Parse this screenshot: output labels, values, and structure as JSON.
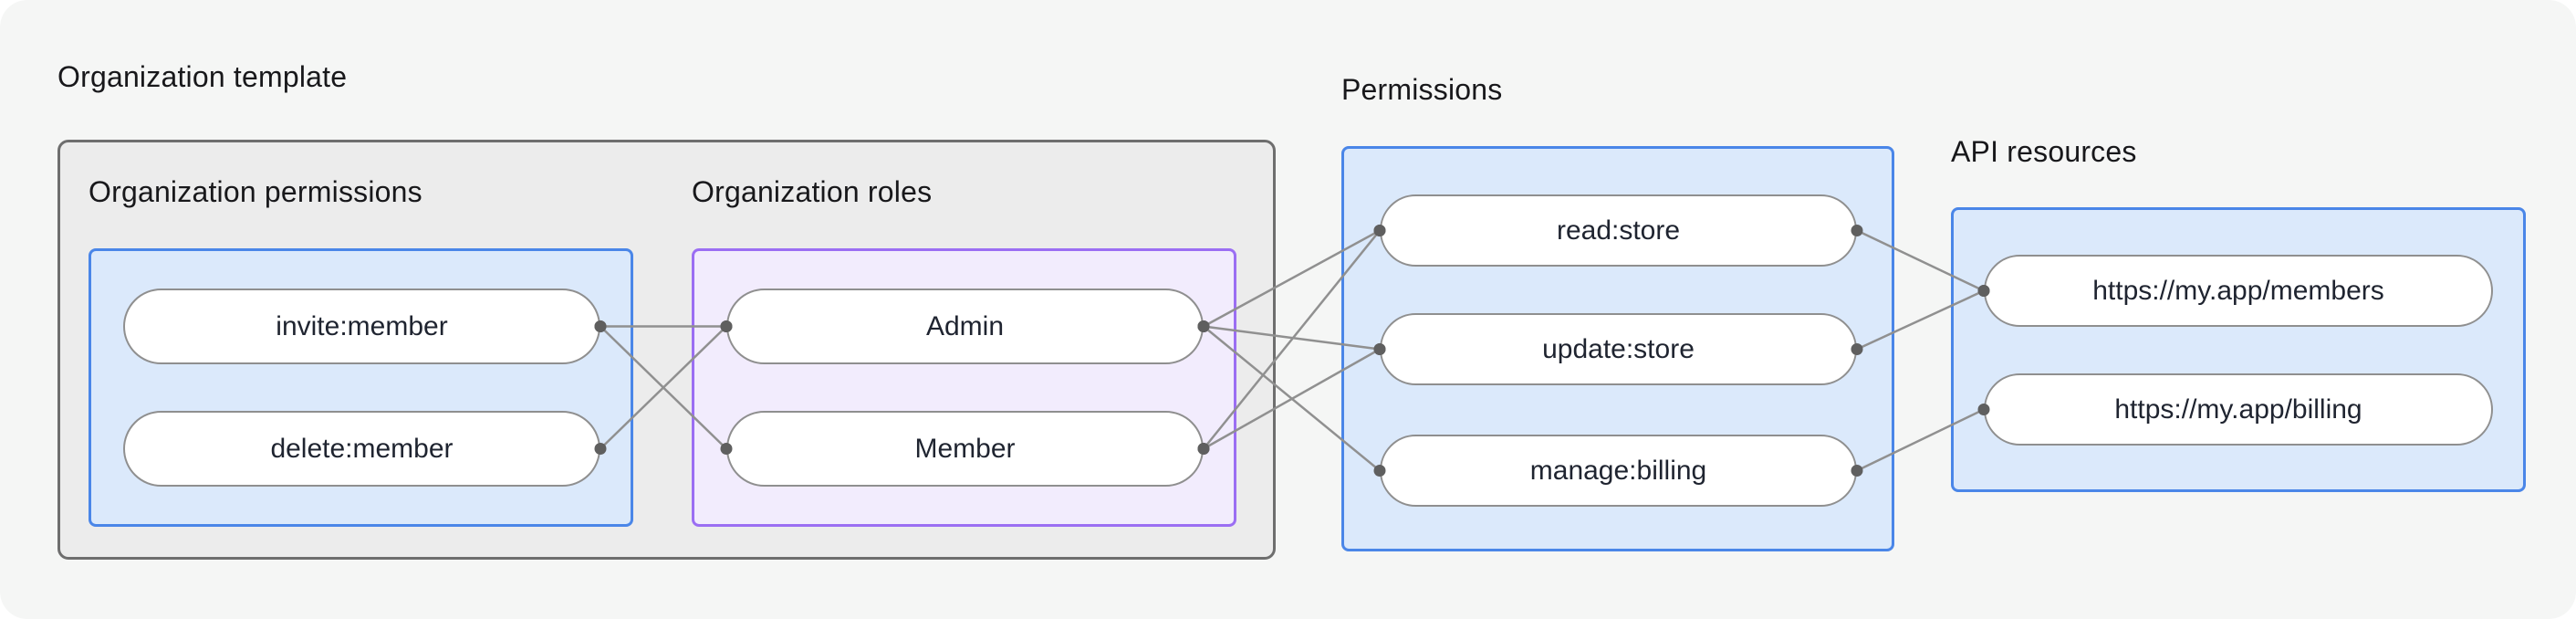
{
  "diagram": {
    "colors": {
      "canvas_bg": "#f5f6f5",
      "gray_fill": "#ececec",
      "gray_border": "#6e6e6e",
      "blue_fill": "#dbe9fb",
      "blue_border": "#4a86e8",
      "purple_fill": "#f2ecfd",
      "purple_border": "#9b6ef3",
      "pill_border": "#8f8f8f",
      "edge": "#909090",
      "dot": "#5f5f5f",
      "text": "#18181b"
    },
    "organization_template": {
      "label": "Organization template",
      "organization_permissions": {
        "label": "Organization permissions",
        "nodes": [
          {
            "id": "invite_member",
            "label": "invite:member"
          },
          {
            "id": "delete_member",
            "label": "delete:member"
          }
        ]
      },
      "organization_roles": {
        "label": "Organization roles",
        "nodes": [
          {
            "id": "admin",
            "label": "Admin"
          },
          {
            "id": "member",
            "label": "Member"
          }
        ]
      }
    },
    "permissions": {
      "label": "Permissions",
      "nodes": [
        {
          "id": "read_store",
          "label": "read:store"
        },
        {
          "id": "update_store",
          "label": "update:store"
        },
        {
          "id": "manage_billing",
          "label": "manage:billing"
        }
      ]
    },
    "api_resources": {
      "label": "API resources",
      "nodes": [
        {
          "id": "api_members",
          "label": "https://my.app/members"
        },
        {
          "id": "api_billing",
          "label": "https://my.app/billing"
        }
      ]
    },
    "edges": [
      {
        "from": "invite_member",
        "to": "admin"
      },
      {
        "from": "invite_member",
        "to": "member"
      },
      {
        "from": "delete_member",
        "to": "admin"
      },
      {
        "from": "admin",
        "to": "read_store"
      },
      {
        "from": "admin",
        "to": "update_store"
      },
      {
        "from": "admin",
        "to": "manage_billing"
      },
      {
        "from": "member",
        "to": "read_store"
      },
      {
        "from": "member",
        "to": "update_store"
      },
      {
        "from": "read_store",
        "to": "api_members"
      },
      {
        "from": "update_store",
        "to": "api_members"
      },
      {
        "from": "manage_billing",
        "to": "api_billing"
      }
    ]
  }
}
